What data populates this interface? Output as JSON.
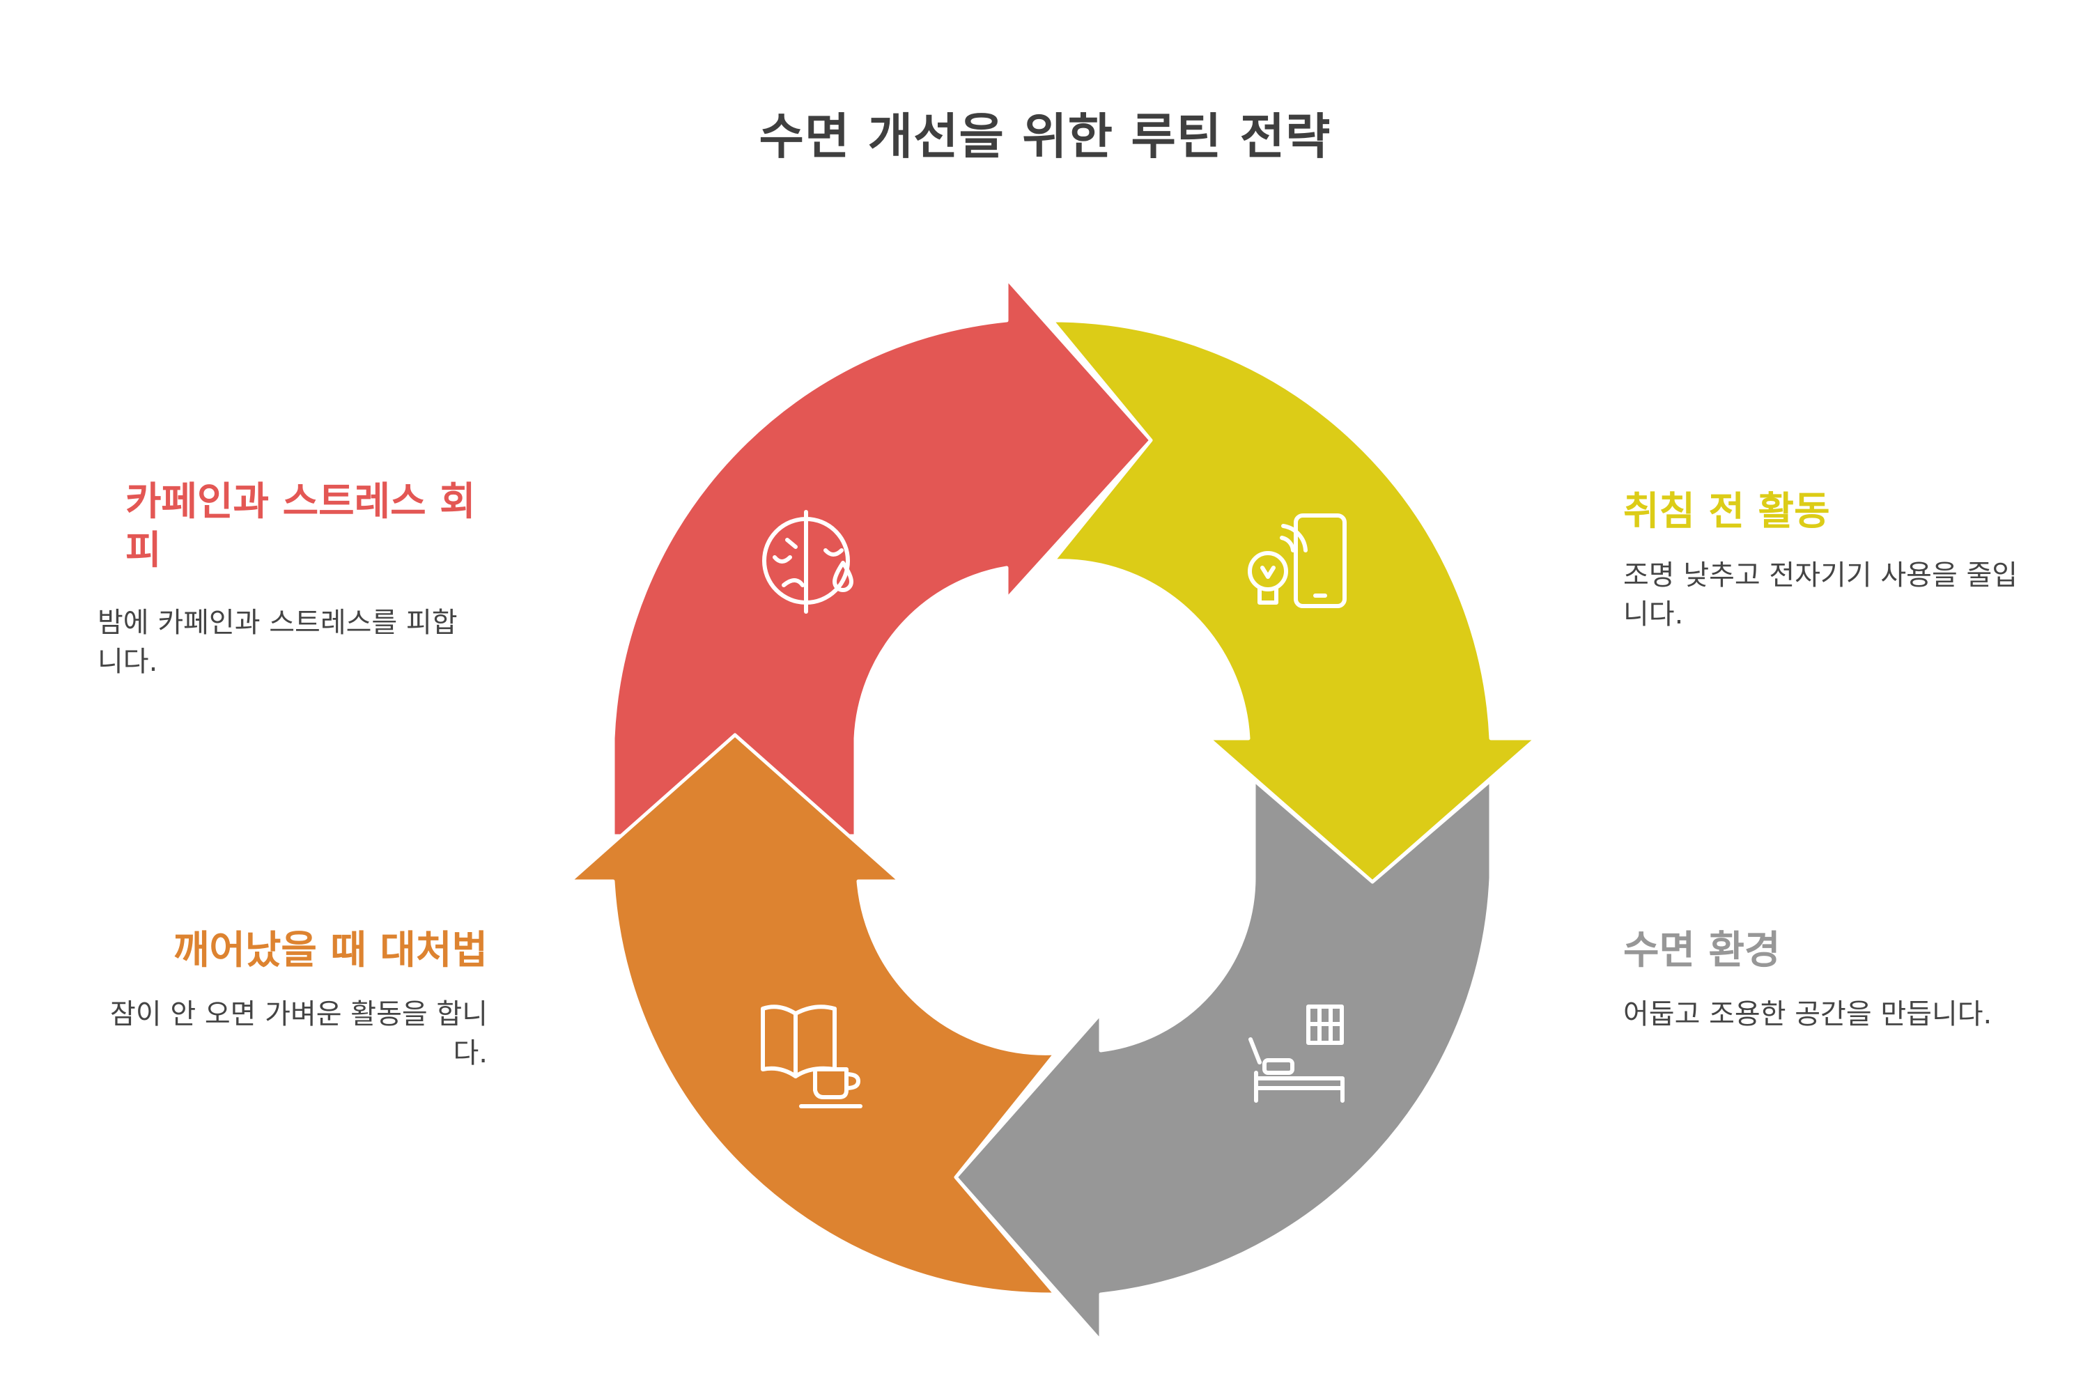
{
  "title": "수면 개선을 위한 루틴 전략",
  "colors": {
    "red": "#e35754",
    "yellow": "#dccc17",
    "gray": "#979797",
    "orange": "#dd8330",
    "title": "#3f3f3f",
    "body_text": "#444444"
  },
  "steps": [
    {
      "id": "caffeine",
      "heading": "카페인과 스트레스 회피",
      "desc": "밤에 카페인과 스트레스를 피합니다.",
      "icon": "sad-face-tear-icon",
      "color": "#e35754"
    },
    {
      "id": "bedtime",
      "heading": "취침 전 활동",
      "desc": "조명 낮추고 전자기기 사용을 줄입니다.",
      "icon": "bulb-phone-icon",
      "color": "#dccc17"
    },
    {
      "id": "environment",
      "heading": "수면 환경",
      "desc": "어둡고 조용한 공간을 만듭니다.",
      "icon": "bed-window-icon",
      "color": "#979797"
    },
    {
      "id": "wake",
      "heading": "깨어났을 때 대처법",
      "desc": "잠이 안 오면 가벼운 활동을 합니다.",
      "icon": "book-cup-icon",
      "color": "#dd8330"
    }
  ]
}
